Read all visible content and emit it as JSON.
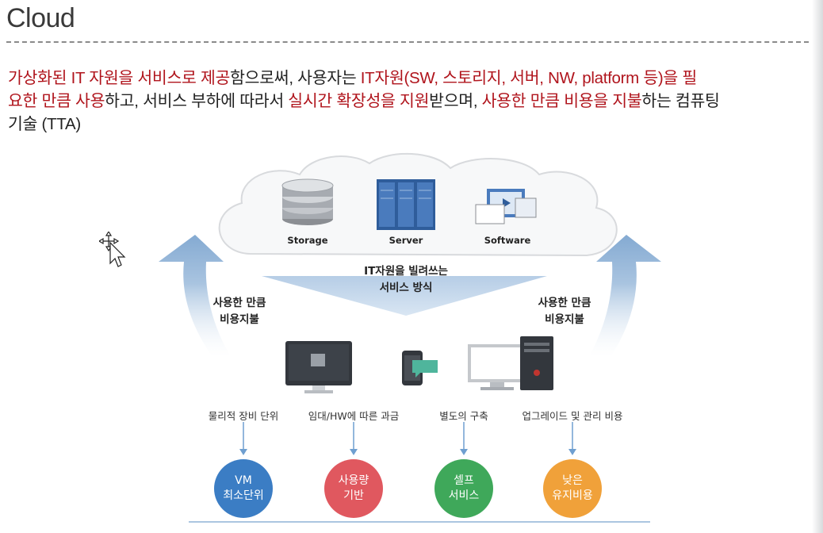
{
  "slide": {
    "title": "Cloud"
  },
  "definition": {
    "line1_parts": [
      "가상화된 IT 자원을 서비스로 제공",
      "함으로써, 사용자는 ",
      "IT자원(SW, 스토리지, 서버, NW, platform 등)을 필"
    ],
    "line2_parts": [
      "요한 만큼 사용",
      "하고, 서비스 부하에 따라서 ",
      "실시간 확장성을 지원",
      "받으며, ",
      "사용한 만큼 비용을 지불",
      "하는 컴퓨팅"
    ],
    "line3": "기술 (TTA)"
  },
  "cloud": {
    "storage_label": "Storage",
    "server_label": "Server",
    "software_label": "Software"
  },
  "center_banner": {
    "line1": "IT자원을 빌려쓰는",
    "line2": "서비스 방식"
  },
  "side_labels": {
    "left_line1": "사용한 만큼",
    "left_line2": "비용지불",
    "right_line1": "사용한 만큼",
    "right_line2": "비용지불"
  },
  "steps": [
    {
      "label": "물리적 장비 단위",
      "circle_line1": "VM",
      "circle_line2": "최소단위",
      "color": "#3b7dc4"
    },
    {
      "label": "임대/HW에 따른 과금",
      "circle_line1": "사용량",
      "circle_line2": "기반",
      "color": "#e0585f"
    },
    {
      "label": "별도의 구축",
      "circle_line1": "셀프",
      "circle_line2": "서비스",
      "color": "#3fa85a"
    },
    {
      "label": "업그레이드 및 관리 비용",
      "circle_line1": "낮은",
      "circle_line2": "유지비용",
      "color": "#f0a13a"
    }
  ],
  "colors": {
    "highlight": "#b0141c",
    "arrow_blue": "#8fb3d6",
    "arrow_line": "#6f9fd0"
  },
  "icons": [
    "storage-icon",
    "server-icon",
    "software-icon",
    "monitor-icon",
    "mobile-icon",
    "desktop-tower-icon",
    "move-cursor-icon"
  ]
}
